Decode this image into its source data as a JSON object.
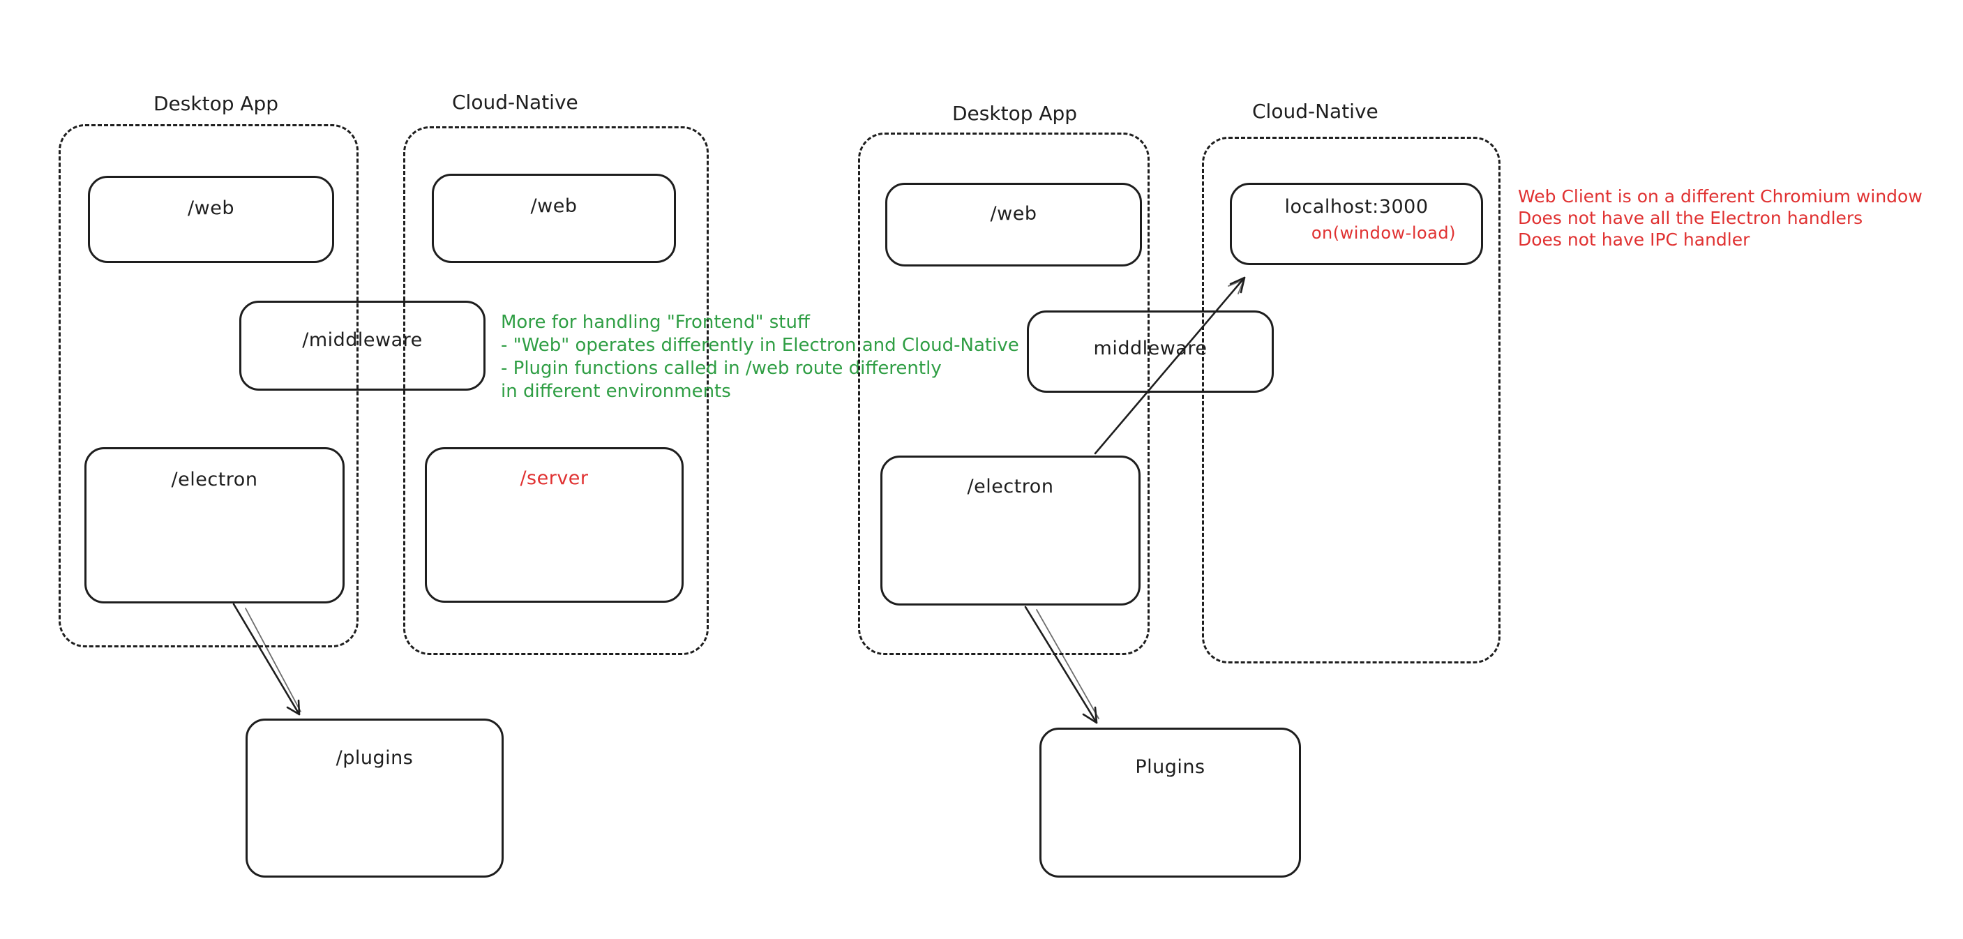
{
  "colors": {
    "ink": "#1e1e1e",
    "green": "#2f9e44",
    "red": "#e03131"
  },
  "left_diagram": {
    "desktop_label": "Desktop App",
    "cloud_label": "Cloud-Native",
    "web_desktop": "/web",
    "web_cloud": "/web",
    "middleware": "/middleware",
    "electron": "/electron",
    "server": "/server",
    "plugins": "/plugins",
    "note_green": [
      "More for handling \"Frontend\" stuff",
      "- \"Web\" operates differently in Electron and Cloud-Native",
      "- Plugin functions called in /web route differently",
      "in different environments"
    ]
  },
  "right_diagram": {
    "desktop_label": "Desktop App",
    "cloud_label": "Cloud-Native",
    "web": "/web",
    "localhost": "localhost:3000",
    "window_load": "on(window-load)",
    "middleware": "middleware",
    "electron": "/electron",
    "plugins": "Plugins",
    "note_red": [
      "Web Client is on a different Chromium window",
      "Does not have all the Electron handlers",
      "Does not have IPC handler"
    ]
  }
}
